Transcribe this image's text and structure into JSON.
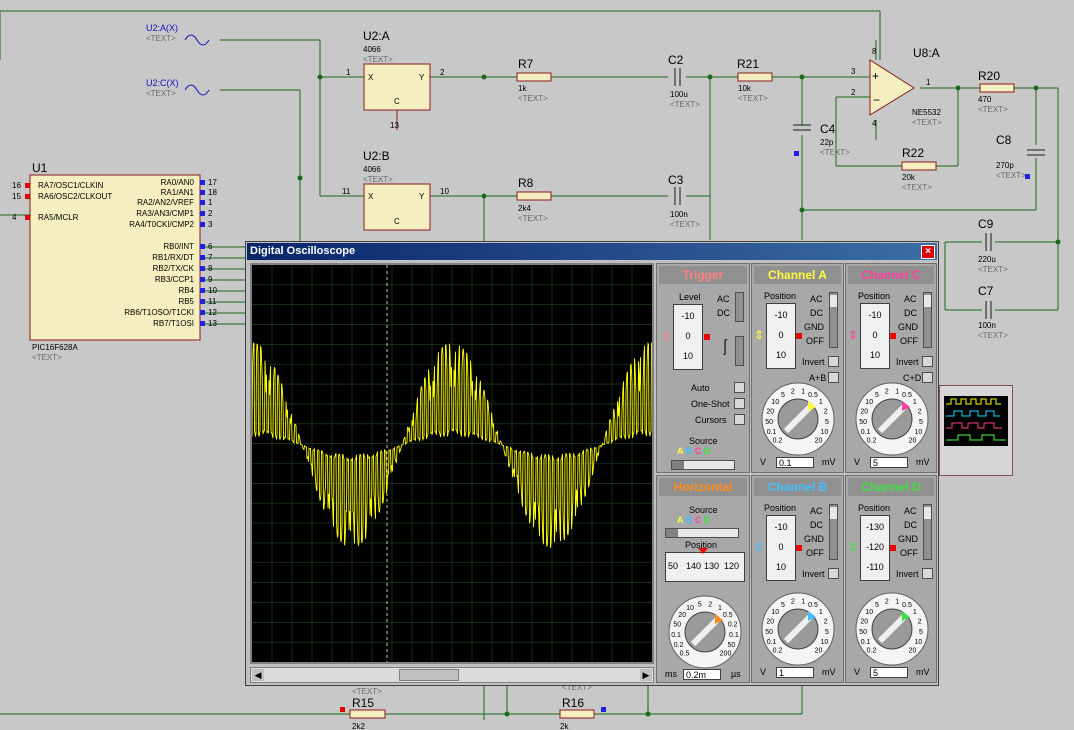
{
  "schematic": {
    "labels": {
      "u1": "U1",
      "u1_part": "PIC16F628A",
      "u1_text": "<TEXT>",
      "u2a": "U2:A",
      "u2a_part": "4066",
      "u2a_text": "<TEXT>",
      "u2b": "U2:B",
      "u2b_part": "4066",
      "u2b_text": "<TEXT>",
      "r7": "R7",
      "r7_val": "1k",
      "r7_text": "<TEXT>",
      "r8": "R8",
      "r8_val": "2k4",
      "r8_text": "<TEXT>",
      "c2": "C2",
      "c2_val": "100u",
      "c2_text": "<TEXT>",
      "c3": "C3",
      "c3_val": "100n",
      "c3_text": "<TEXT>",
      "r21": "R21",
      "r21_val": "10k",
      "r21_text": "<TEXT>",
      "c4": "C4",
      "c4_val": "22p",
      "c4_text": "<TEXT>",
      "u8a": "U8:A",
      "u8a_part": "NE5532",
      "u8a_text": "<TEXT>",
      "r22": "R22",
      "r22_val": "20k",
      "r22_text": "<TEXT>",
      "r20": "R20",
      "r20_val": "470",
      "r20_text": "<TEXT>",
      "c8": "C8",
      "c8_val": "270p",
      "c8_text": "<TEXT>",
      "c9": "C9",
      "c9_val": "220u",
      "c9_text": "<TEXT>",
      "c7": "C7",
      "c7_val": "100n",
      "c7_text": "<TEXT>",
      "r15": "R15",
      "r15_val": "2k2",
      "r15_text": "<TEXT>",
      "r16": "R16",
      "r16_val": "2k",
      "r16_text": "<TEXT>",
      "gen_a": "U2:A(X)",
      "gen_a_text": "<TEXT>",
      "gen_c": "U2:C(X)",
      "gen_c_text": "<TEXT>",
      "pin_x": "X",
      "pin_y": "Y",
      "pin_c": "C"
    },
    "pic_pins_left": [
      {
        "num": "16",
        "name": "RA7/OSC1/CLKIN"
      },
      {
        "num": "15",
        "name": "RA6/OSC2/CLKOUT"
      },
      {
        "num": "4",
        "name": "RA5/MCLR"
      }
    ],
    "pic_pins_right": [
      {
        "num": "17",
        "name": "RA0/AN0"
      },
      {
        "num": "18",
        "name": "RA1/AN1"
      },
      {
        "num": "1",
        "name": "RA2/AN2/VREF"
      },
      {
        "num": "2",
        "name": "RA3/AN3/CMP1"
      },
      {
        "num": "3",
        "name": "RA4/T0CKI/CMP2"
      },
      {
        "num": "6",
        "name": "RB0/INT"
      },
      {
        "num": "7",
        "name": "RB1/RX/DT"
      },
      {
        "num": "8",
        "name": "RB2/TX/CK"
      },
      {
        "num": "9",
        "name": "RB3/CCP1"
      },
      {
        "num": "10",
        "name": "RB4"
      },
      {
        "num": "11",
        "name": "RB5"
      },
      {
        "num": "12",
        "name": "RB6/T1OSO/T1CKI"
      },
      {
        "num": "13",
        "name": "RB7/T1OSI"
      }
    ],
    "pin_numbers": {
      "u2a_x": "1",
      "u2a_y": "2",
      "u2a_c": "13",
      "u2b_x": "11",
      "u2b_y": "10",
      "u8_in_p": "3",
      "u8_in_n": "2",
      "u8_out": "1",
      "u8_v8": "8",
      "u8_v4": "4"
    }
  },
  "oscilloscope": {
    "title": "Digital Oscilloscope",
    "close_icon": "close-icon",
    "trace_color": "#ffff00",
    "trigger": {
      "title": "Trigger",
      "title_color": "#ff8080",
      "level": "Level",
      "ac": "AC",
      "dc": "DC",
      "auto": "Auto",
      "one_shot": "One-Shot",
      "cursors": "Cursors",
      "source": "Source",
      "source_letters": [
        "A",
        "B",
        "C",
        "D"
      ],
      "scale": [
        "-10",
        "0",
        "10"
      ]
    },
    "horizontal": {
      "title": "Horizontal",
      "title_color": "#ff8c1a",
      "source": "Source",
      "source_letters": [
        "A",
        "B",
        "C",
        "D"
      ],
      "position": "Position",
      "position_scale": [
        "50",
        "140",
        "130",
        "120"
      ],
      "units_left": "ms",
      "units_right": "µs",
      "value": "0.2m"
    },
    "channels": [
      {
        "key": "a",
        "title": "Channel A",
        "color": "#ffff40",
        "position": "Position",
        "scale": [
          "-10",
          "0",
          "10"
        ],
        "modes": [
          "AC",
          "DC",
          "GND",
          "OFF"
        ],
        "invert": "Invert",
        "combo": "A+B",
        "value": "0.1",
        "unit_left": "V",
        "unit_right": "mV"
      },
      {
        "key": "c",
        "title": "Channel C",
        "color": "#ff40a0",
        "position": "Position",
        "scale": [
          "-10",
          "0",
          "10"
        ],
        "modes": [
          "AC",
          "DC",
          "GND",
          "OFF"
        ],
        "invert": "Invert",
        "combo": "C+D",
        "value": "5",
        "unit_left": "V",
        "unit_right": "mV"
      },
      {
        "key": "b",
        "title": "Channel B",
        "color": "#40c0ff",
        "position": "Position",
        "scale": [
          "-10",
          "0",
          "10"
        ],
        "modes": [
          "AC",
          "DC",
          "GND",
          "OFF"
        ],
        "invert": "Invert",
        "combo": "",
        "value": "1",
        "unit_left": "V",
        "unit_right": "mV"
      },
      {
        "key": "d",
        "title": "Channel D",
        "color": "#40e040",
        "position": "Position",
        "scale": [
          "-130",
          "-120",
          "-110"
        ],
        "modes": [
          "AC",
          "DC",
          "GND",
          "OFF"
        ],
        "invert": "Invert",
        "combo": "",
        "value": "5",
        "unit_left": "V",
        "unit_right": "mV"
      }
    ],
    "knob_scale_volt": [
      "0.2",
      "0.1",
      "50",
      "20",
      "10",
      "5",
      "2",
      "1",
      "0.5",
      "1",
      "2",
      "5",
      "10",
      "20"
    ],
    "knob_scale_time": [
      "0.5",
      "0.2",
      "0.1",
      "50",
      "20",
      "10",
      "5",
      "2",
      "1",
      "0.5",
      "0.2",
      "0.1",
      "50",
      "200"
    ]
  }
}
